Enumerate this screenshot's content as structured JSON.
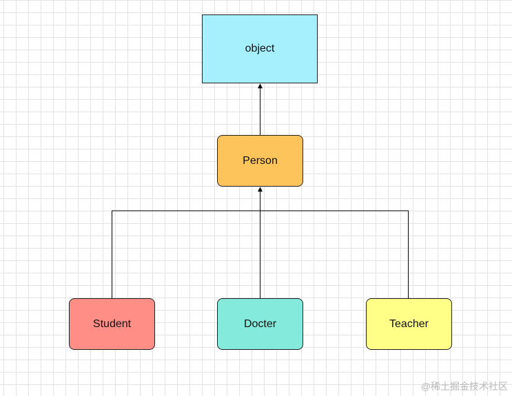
{
  "diagram": {
    "nodes": [
      {
        "id": "object",
        "label": "object",
        "color": "#a6f0fe"
      },
      {
        "id": "person",
        "label": "Person",
        "color": "#fdc45c"
      },
      {
        "id": "student",
        "label": "Student",
        "color": "#fe8e86"
      },
      {
        "id": "docter",
        "label": "Docter",
        "color": "#84ebdc"
      },
      {
        "id": "teacher",
        "label": "Teacher",
        "color": "#ffff88"
      }
    ],
    "edges": [
      {
        "from": "person",
        "to": "object"
      },
      {
        "from": "student",
        "to": "person"
      },
      {
        "from": "docter",
        "to": "person"
      },
      {
        "from": "teacher",
        "to": "person"
      }
    ]
  },
  "watermark": "@稀土掘金技术社区"
}
